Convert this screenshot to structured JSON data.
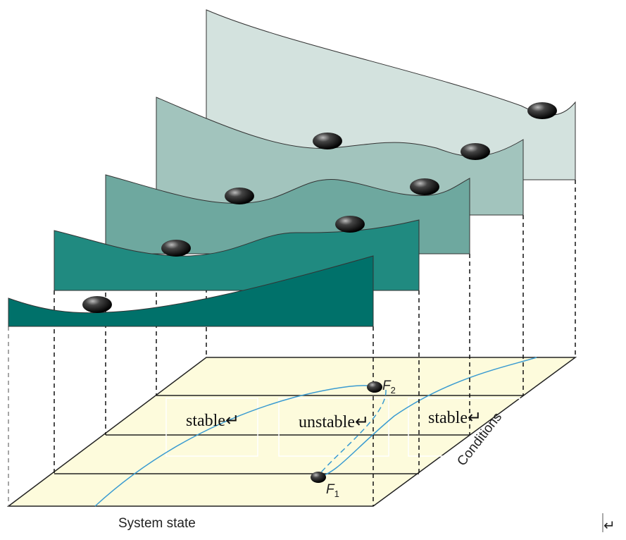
{
  "labels": {
    "stable_left": "stable↵",
    "unstable": "unstable↵",
    "stable_right": "stable↵",
    "conditions": "Conditions",
    "system_state": "System state",
    "f1": "F",
    "f1_sub": "1",
    "f2": "F",
    "f2_sub": "2",
    "return_mark": "↵"
  },
  "colors": {
    "panel_1": "#00716a",
    "panel_2": "#208a80",
    "panel_3": "#6ea89f",
    "panel_4": "#a2c4bd",
    "panel_5": "#d3e2de",
    "plane": "#fdfbdc",
    "curve": "#3a9bd1"
  }
}
